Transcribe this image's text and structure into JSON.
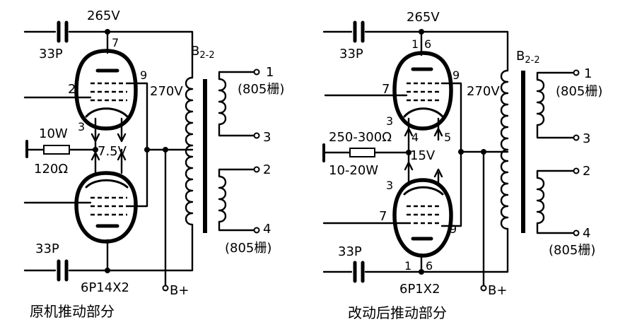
{
  "left": {
    "voltage_top": "265V",
    "cap_top": "33P",
    "cap_bottom": "33P",
    "transformer": "B",
    "transformer_sub": "2-2",
    "plate_voltage": "270V",
    "resistor_power": "10W",
    "resistor_value": "120Ω",
    "cathode_voltage": "7.5V",
    "pin_top_tube": "7",
    "pin_grid": "2",
    "pin_plate": "9",
    "pin_cathode": "3",
    "out1": "1",
    "out1_note": "(805栅)",
    "out3": "3",
    "out2": "2",
    "out4": "4",
    "out4_note": "(805栅)",
    "tube_type": "6P14X2",
    "bplus": "B+",
    "caption": "原机推动部分"
  },
  "right": {
    "voltage_top": "265V",
    "cap_top": "33P",
    "cap_bottom": "33P",
    "transformer": "B",
    "transformer_sub": "2-2",
    "plate_voltage": "270V",
    "resistor_value": "250-300Ω",
    "resistor_power": "10-20W",
    "cathode_voltage": "15V",
    "pin_top_1": "1",
    "pin_top_6": "6",
    "pin_grid_top": "7",
    "pin_plate_top": "9",
    "pin_3_top": "3",
    "pin_4": "4",
    "pin_5": "5",
    "pin_3_bottom": "3",
    "pin_grid_bottom": "7",
    "pin_plate_bottom": "9",
    "pin_bottom_1": "1",
    "pin_bottom_6": "6",
    "out1": "1",
    "out1_note": "(805栅)",
    "out3": "3",
    "out2": "2",
    "out4": "4",
    "out4_note": "(805栅)",
    "tube_type": "6P1X2",
    "bplus": "B+",
    "caption": "改动后推动部分"
  }
}
